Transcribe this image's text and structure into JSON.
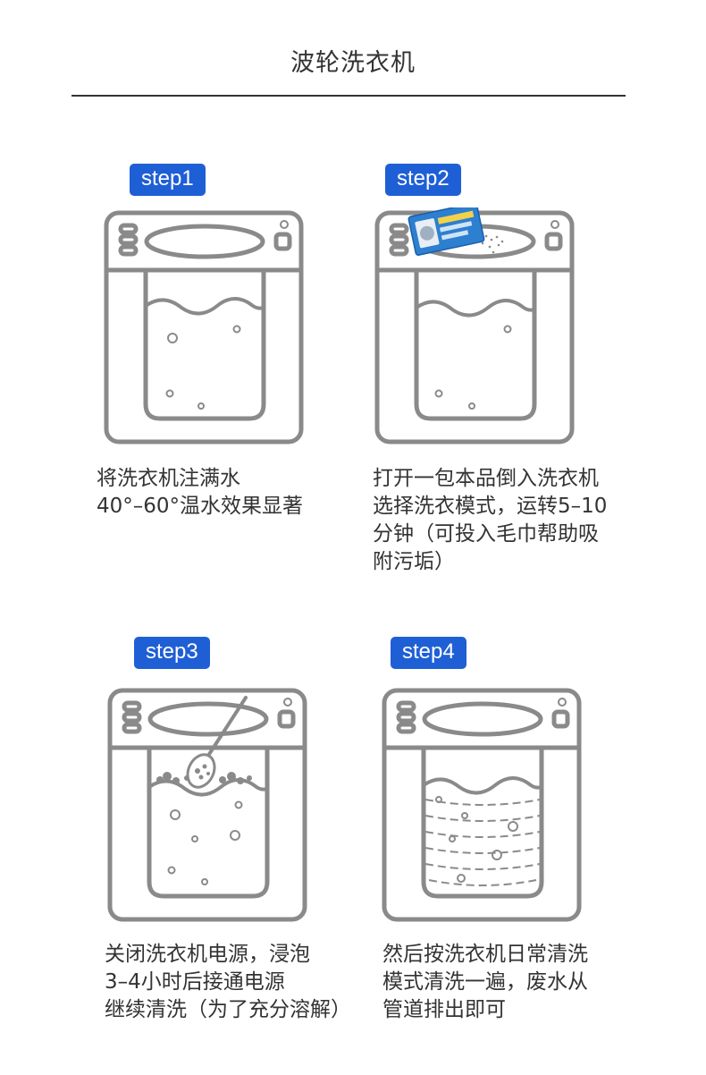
{
  "page": {
    "title": "波轮洗衣机"
  },
  "steps": [
    {
      "badge": "step1",
      "caption": [
        "将洗衣机注满水",
        "40°–60°温水效果显著"
      ]
    },
    {
      "badge": "step2",
      "caption": [
        "打开一包本品倒入洗衣机",
        "选择洗衣模式，运转5–10",
        "分钟（可投入毛巾帮助吸",
        "附污垢）"
      ]
    },
    {
      "badge": "step3",
      "caption": [
        "关闭洗衣机电源，浸泡",
        "3–4小时后接通电源",
        "继续清洗（为了充分溶解）"
      ]
    },
    {
      "badge": "step4",
      "caption": [
        "然后按洗衣机日常清洗",
        "模式清洗一遍，废水从",
        "管道排出即可"
      ]
    }
  ],
  "colors": {
    "badge_bg": "#1f5fd6",
    "machine_stroke": "#8a8a8a",
    "text": "#333333",
    "packet": "#2d7fd0"
  },
  "icons": [
    "washing-machine-icon",
    "detergent-packet-icon",
    "spoon-icon",
    "bubble-icon"
  ]
}
